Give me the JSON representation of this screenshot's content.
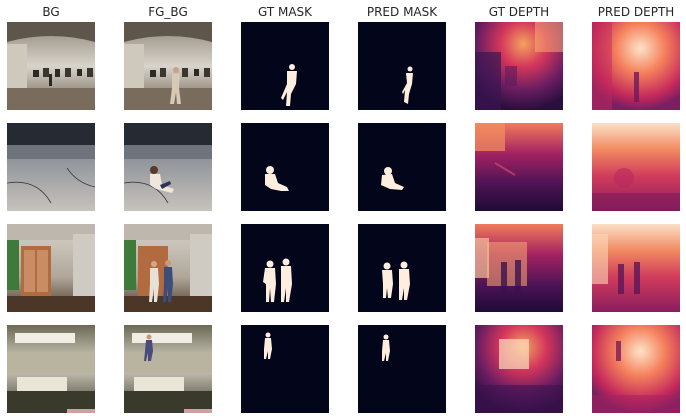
{
  "figure": {
    "columns": [
      "BG",
      "FG_BG",
      "GT MASK",
      "PRED MASK",
      "GT DEPTH",
      "PRED DEPTH"
    ],
    "rows": [
      {
        "scene": "gallery hall with paintings",
        "foreground": "single standing person"
      },
      {
        "scene": "large empty indoor hall",
        "foreground": "person sitting on floor"
      },
      {
        "scene": "room with wooden sauna cabin",
        "foreground": "two people walking"
      },
      {
        "scene": "living room with sofa",
        "foreground": "single walking person"
      }
    ]
  },
  "colors": {
    "mask_background": "#03051a",
    "mask_foreground": "#fdeee0",
    "depth_dark": "#2a0f3e",
    "depth_mid": "#c0265c",
    "depth_bright": "#fbe0c8"
  }
}
